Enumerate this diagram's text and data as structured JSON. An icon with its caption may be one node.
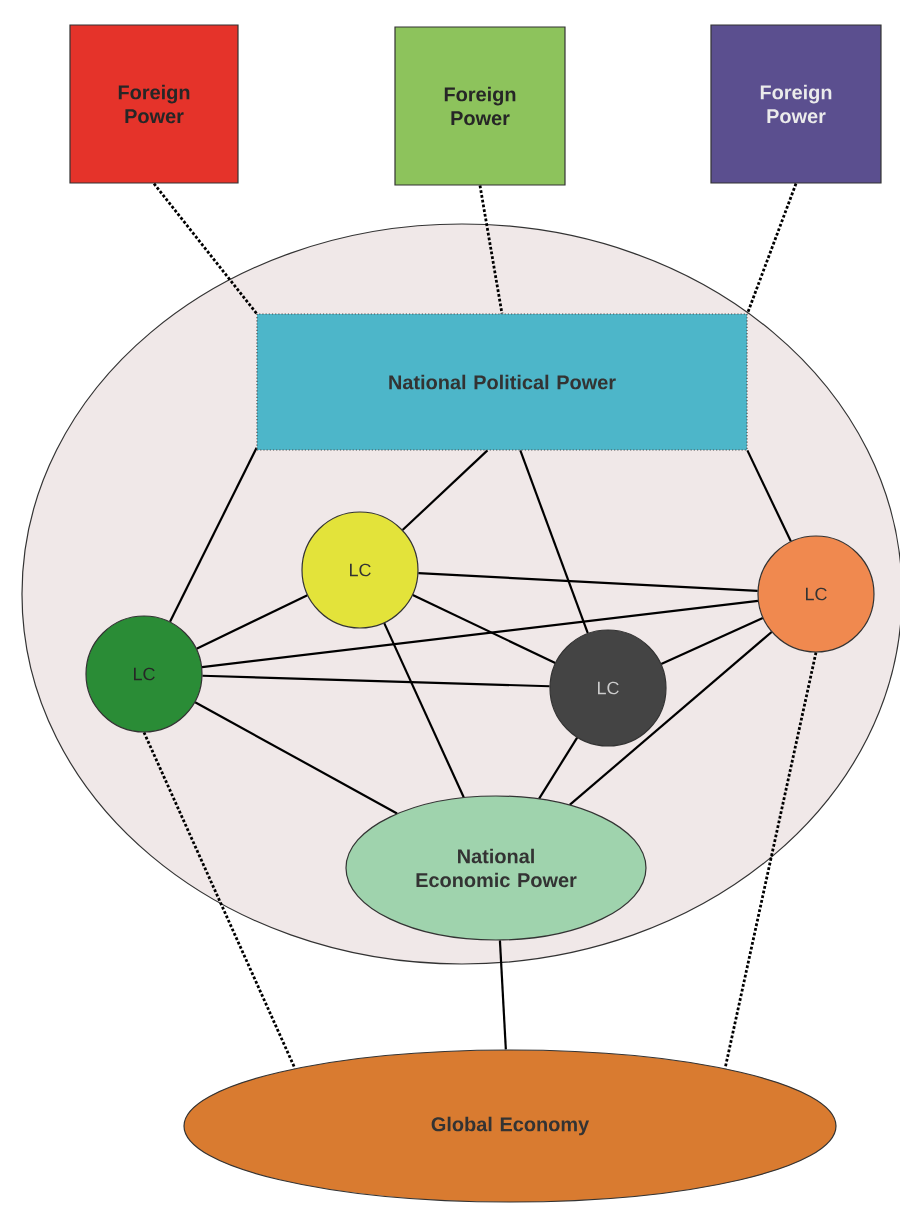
{
  "diagram": {
    "nodes": [
      {
        "text": [
          "Foreign Power"
        ]
      },
      {
        "text": [
          "Foreign Power"
        ]
      },
      {
        "text": [
          "Foreign Power"
        ]
      },
      {
        "text": [],
        "shape": "circle"
      },
      {
        "text": [
          "National Political Power"
        ],
        "in": 3
      },
      {
        "text": [
          "LC"
        ],
        "in": 3
      },
      {
        "text": [
          "LC"
        ],
        "in": 3
      },
      {
        "text": [
          "LC"
        ],
        "in": 3
      },
      {
        "text": [
          "LC"
        ],
        "in": 3
      },
      {
        "text": [
          "National Economic Power"
        ],
        "in": 3
      },
      {
        "text": [
          "Global Economy"
        ]
      }
    ],
    "edges": [
      {
        "from": 0,
        "to": 4,
        "arrow": "none",
        "style": "dashed"
      },
      {
        "from": 1,
        "to": 4,
        "arrow": "none",
        "style": "dashed"
      },
      {
        "from": 2,
        "to": 4,
        "arrow": "none",
        "style": "dashed"
      },
      {
        "from": 4,
        "to": 7,
        "arrow": "none"
      },
      {
        "from": 4,
        "to": 5,
        "arrow": "none"
      },
      {
        "from": 4,
        "to": 8,
        "arrow": "none"
      },
      {
        "from": 4,
        "to": 6,
        "arrow": "none"
      },
      {
        "from": 5,
        "to": 7,
        "arrow": "none"
      },
      {
        "from": 5,
        "to": 6,
        "arrow": "none"
      },
      {
        "from": 5,
        "to": 8,
        "arrow": "none"
      },
      {
        "from": 5,
        "to": 9,
        "arrow": "none"
      },
      {
        "from": 7,
        "to": 6,
        "arrow": "none"
      },
      {
        "from": 7,
        "to": 8,
        "arrow": "none"
      },
      {
        "from": 7,
        "to": 9,
        "arrow": "none"
      },
      {
        "from": 8,
        "to": 6,
        "arrow": "none"
      },
      {
        "from": 8,
        "to": 9,
        "arrow": "none"
      },
      {
        "from": 6,
        "to": 9,
        "arrow": "none"
      },
      {
        "from": 9,
        "to": 10,
        "arrow": "none"
      },
      {
        "from": 7,
        "to": 10,
        "arrow": "none",
        "style": "dashed"
      },
      {
        "from": 6,
        "to": 10,
        "arrow": "none",
        "style": "dashed"
      }
    ]
  }
}
